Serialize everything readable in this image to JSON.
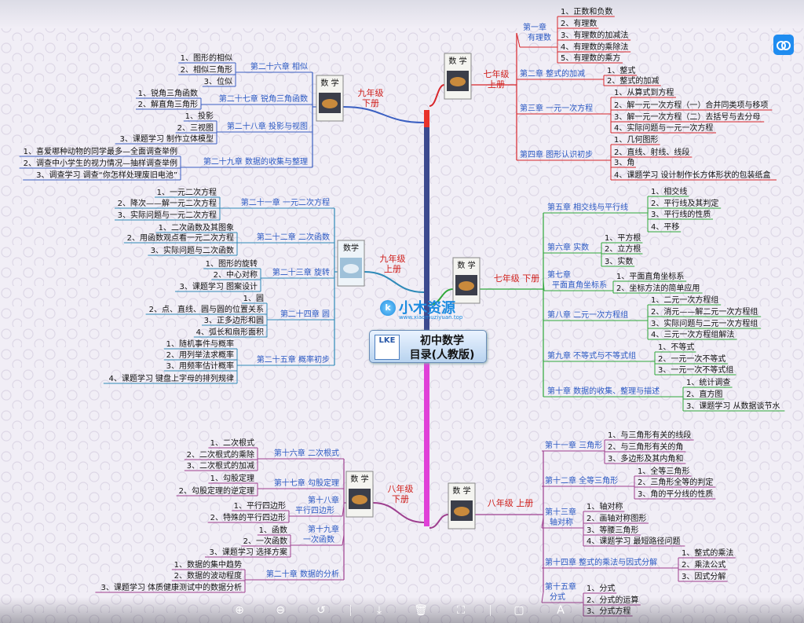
{
  "center": {
    "line1": "初中数学",
    "line2": "目录(人教版)",
    "logo": "LKE"
  },
  "watermark": {
    "icon_text": "k",
    "name": "小木资源",
    "url": "www.xiaomuziyuan.top"
  },
  "grades": {
    "g7a": {
      "l1": "七年级",
      "l2": "上册"
    },
    "g7b": {
      "l1": "七年级  下册"
    },
    "g8a": {
      "l1": "八年级  上册"
    },
    "g8b": {
      "l1": "八年级",
      "l2": "下册"
    },
    "g9a": {
      "l1": "九年级",
      "l2": "上册"
    },
    "g9b": {
      "l1": "九年级",
      "l2": "下册"
    }
  },
  "cover_texts": {
    "g9a": "数学",
    "other": "数 学"
  },
  "chapters": {
    "c1": {
      "l1": "第一章",
      "l2": "有理数"
    },
    "c2": {
      "l1": "第二章  整式的加减"
    },
    "c3": {
      "l1": "第三章  一元一次方程"
    },
    "c4": {
      "l1": "第四章  图形认识初步"
    },
    "c5": {
      "l1": "第五章  相交线与平行线"
    },
    "c6": {
      "l1": "第六章  实数"
    },
    "c7": {
      "l1": "第七章",
      "l2": "平面直角坐标系"
    },
    "c8": {
      "l1": "第八章  二元一次方程组"
    },
    "c9": {
      "l1": "第九章  不等式与不等式组"
    },
    "c10": {
      "l1": "第十章  数据的收集、整理与描述"
    },
    "c11": {
      "l1": "第十一章  三角形"
    },
    "c12": {
      "l1": "第十二章  全等三角形"
    },
    "c13": {
      "l1": "第十三章",
      "l2": "轴对称"
    },
    "c14": {
      "l1": "第十四章  整式的乘法与因式分解"
    },
    "c15": {
      "l1": "第十五章",
      "l2": "分式"
    },
    "c16": {
      "l1": "第十六章  二次根式"
    },
    "c17": {
      "l1": "第十七章  勾股定理"
    },
    "c18": {
      "l1": "第十八章",
      "l2": "平行四边形"
    },
    "c19": {
      "l1": "第十九章",
      "l2": "一次函数"
    },
    "c20": {
      "l1": "第二十章  数据的分析"
    },
    "c21": {
      "l1": "第二十一章  一元二次方程"
    },
    "c22": {
      "l1": "第二十二章  二次函数"
    },
    "c23": {
      "l1": "第二十三章  旋转"
    },
    "c24": {
      "l1": "第二十四章  圆"
    },
    "c25": {
      "l1": "第二十五章  概率初步"
    },
    "c26": {
      "l1": "第二十六章  相似"
    },
    "c27": {
      "l1": "第二十七章  锐角三角函数"
    },
    "c28": {
      "l1": "第二十八章  投影与视图"
    },
    "c29": {
      "l1": "第二十九章  数据的收集与整理"
    }
  },
  "sections": {
    "c1": [
      "1、正数和负数",
      "2、有理数",
      "3、有理数的加减法",
      "4、有理数的乘除法",
      "5、有理数的乘方"
    ],
    "c2": [
      "1、整式",
      "2、整式的加减"
    ],
    "c3": [
      "1、从算式到方程",
      "2、解一元一次方程（一）合并同类项与移项",
      "3、解一元一次方程（二）去括号与去分母",
      "4、实际问题与一元一次方程"
    ],
    "c4": [
      "1、几何图形",
      "2、直线、射线、线段",
      "3、角",
      "4、课题学习 设计制作长方体形状的包装纸盒"
    ],
    "c5": [
      "1、相交线",
      "2、平行线及其判定",
      "3、平行线的性质",
      "4、平移"
    ],
    "c6": [
      "1、平方根",
      "2、立方根",
      "3、实数"
    ],
    "c7": [
      "1、平面直角坐标系",
      "2、坐标方法的简单应用"
    ],
    "c8": [
      "1、二元一次方程组",
      "2、消元——解二元一次方程组",
      "3、实际问题与二元一次方程组",
      "4、三元一次方程组解法"
    ],
    "c9": [
      "1、不等式",
      "2、一元一次不等式",
      "3、一元一次不等式组"
    ],
    "c10": [
      "1、统计调查",
      "2、直方图",
      "3、课题学习 从数据谈节水"
    ],
    "c11": [
      "1、与三角形有关的线段",
      "2、与三角形有关的角",
      "3、多边形及其内角和"
    ],
    "c12": [
      "1、全等三角形",
      "2、三角形全等的判定",
      "3、角的平分线的性质"
    ],
    "c13": [
      "1、轴对称",
      "2、画轴对称图形",
      "3、等腰三角形",
      "4、课题学习 最短路径问题"
    ],
    "c14": [
      "1、整式的乘法",
      "2、乘法公式",
      "3、因式分解"
    ],
    "c15": [
      "1、分式",
      "2、分式的运算",
      "3、分式方程"
    ],
    "c16": [
      "1、二次根式",
      "2、二次根式的乘除",
      "3、二次根式的加减"
    ],
    "c17": [
      "1、勾股定理",
      "2、勾股定理的逆定理"
    ],
    "c18": [
      "1、平行四边形",
      "2、特殊的平行四边形"
    ],
    "c19": [
      "1、函数",
      "2、一次函数",
      "3、课题学习 选择方案"
    ],
    "c20": [
      "1、数据的集中趋势",
      "2、数据的波动程度",
      "3、课题学习 体质健康测试中的数据分析"
    ],
    "c21": [
      "1、一元二次方程",
      "2、降次——解一元二次方程",
      "3、实际问题与一元二次方程"
    ],
    "c22": [
      "1、二次函数及其图象",
      "2、用函数观点看一元二次方程",
      "3、实际问题与二次函数"
    ],
    "c23": [
      "1、图形的旋转",
      "2、中心对称",
      "3、课题学习 图案设计"
    ],
    "c24": [
      "1、圆",
      "2、点、直线、圆与圆的位置关系",
      "3、正多边形和圆",
      "4、弧长和扇形面积"
    ],
    "c25": [
      "1、随机事件与概率",
      "2、用列举法求概率",
      "3、用频率估计概率",
      "4、课题学习 键盘上字母的排列规律"
    ],
    "c26": [
      "1、图形的相似",
      "2、相似三角形",
      "3、位似"
    ],
    "c27": [
      "1、锐角三角函数",
      "2、解直角三角形"
    ],
    "c28": [
      "1、投影",
      "2、三视图",
      "3、课题学习 制作立体模型"
    ],
    "c29": [
      "1、喜爱哪种动物的同学最多—全面调查举例",
      "2、调查中小学生的视力情况—抽样调查举例",
      "3、调查学习 调查“你怎样处理废旧电池”"
    ]
  },
  "toolbar": {
    "zoom_in": "⊕",
    "zoom_out": "⊖",
    "rotate": "↺",
    "download": "⤓",
    "delete": "🗑",
    "crop": "⛶",
    "fit": "▢",
    "ocr": "A"
  },
  "colors": {
    "g7": "#d8262b",
    "g7b": "#2fa83a",
    "g8": "#9e3f8f",
    "g9a": "#2e8ab8",
    "g9b": "#3a5fc2",
    "chap_text": "#2b59c3"
  }
}
